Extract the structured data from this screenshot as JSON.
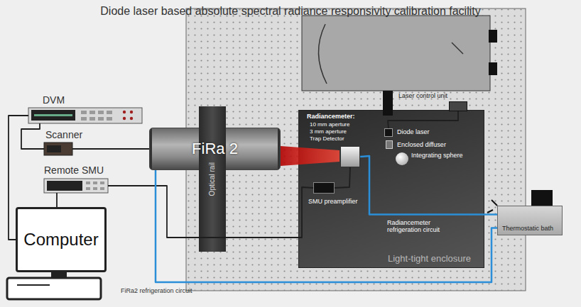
{
  "diagram": {
    "title": "Diode laser based absolute spectral radiance responsivity calibration facility",
    "nodes": [
      {
        "text": [
          "DVM"
        ]
      },
      {
        "text": [
          "Scanner"
        ]
      },
      {
        "text": [
          "Remote SMU"
        ]
      },
      {
        "text": [
          "Computer"
        ]
      },
      {
        "text": [
          "FiRa 2"
        ]
      },
      {
        "text": [
          "Optical rail"
        ]
      },
      {
        "text": [
          "Light-tight enclosure"
        ]
      },
      {
        "text": [
          "Radiancemeter:",
          "10 mm aperture",
          "3 mm aperture",
          "Trap Detector"
        ],
        "in": 6
      },
      {
        "text": [
          "Integrating sphere"
        ],
        "in": 6
      },
      {
        "text": [
          "Diode laser"
        ],
        "in": 6
      },
      {
        "text": [
          "Enclosed diffuser"
        ],
        "in": 6
      },
      {
        "text": [
          "SMU preamplifier"
        ],
        "in": 6
      },
      {
        "text": [
          "Laser control unit"
        ]
      },
      {
        "text": [
          "Thermostatic bath"
        ]
      }
    ],
    "edges": [
      {
        "from": 0,
        "to": 1,
        "arrow": "none"
      },
      {
        "from": 1,
        "to": 4,
        "arrow": "none"
      },
      {
        "from": 2,
        "to": 11,
        "arrow": "none"
      },
      {
        "from": 3,
        "to": 0,
        "arrow": "none"
      },
      {
        "from": 2,
        "to": 3,
        "arrow": "none"
      },
      {
        "from": 12,
        "to": 9,
        "arrow": "none"
      },
      {
        "from": 7,
        "to": 11,
        "arrow": "none"
      },
      {
        "from": 13,
        "to": 4,
        "label": "FiRa2 refrigeration circuit",
        "arrow": "none"
      },
      {
        "from": 13,
        "to": 7,
        "label": "Radiancemeter refrigeration circuit",
        "arrow": "none"
      }
    ]
  }
}
